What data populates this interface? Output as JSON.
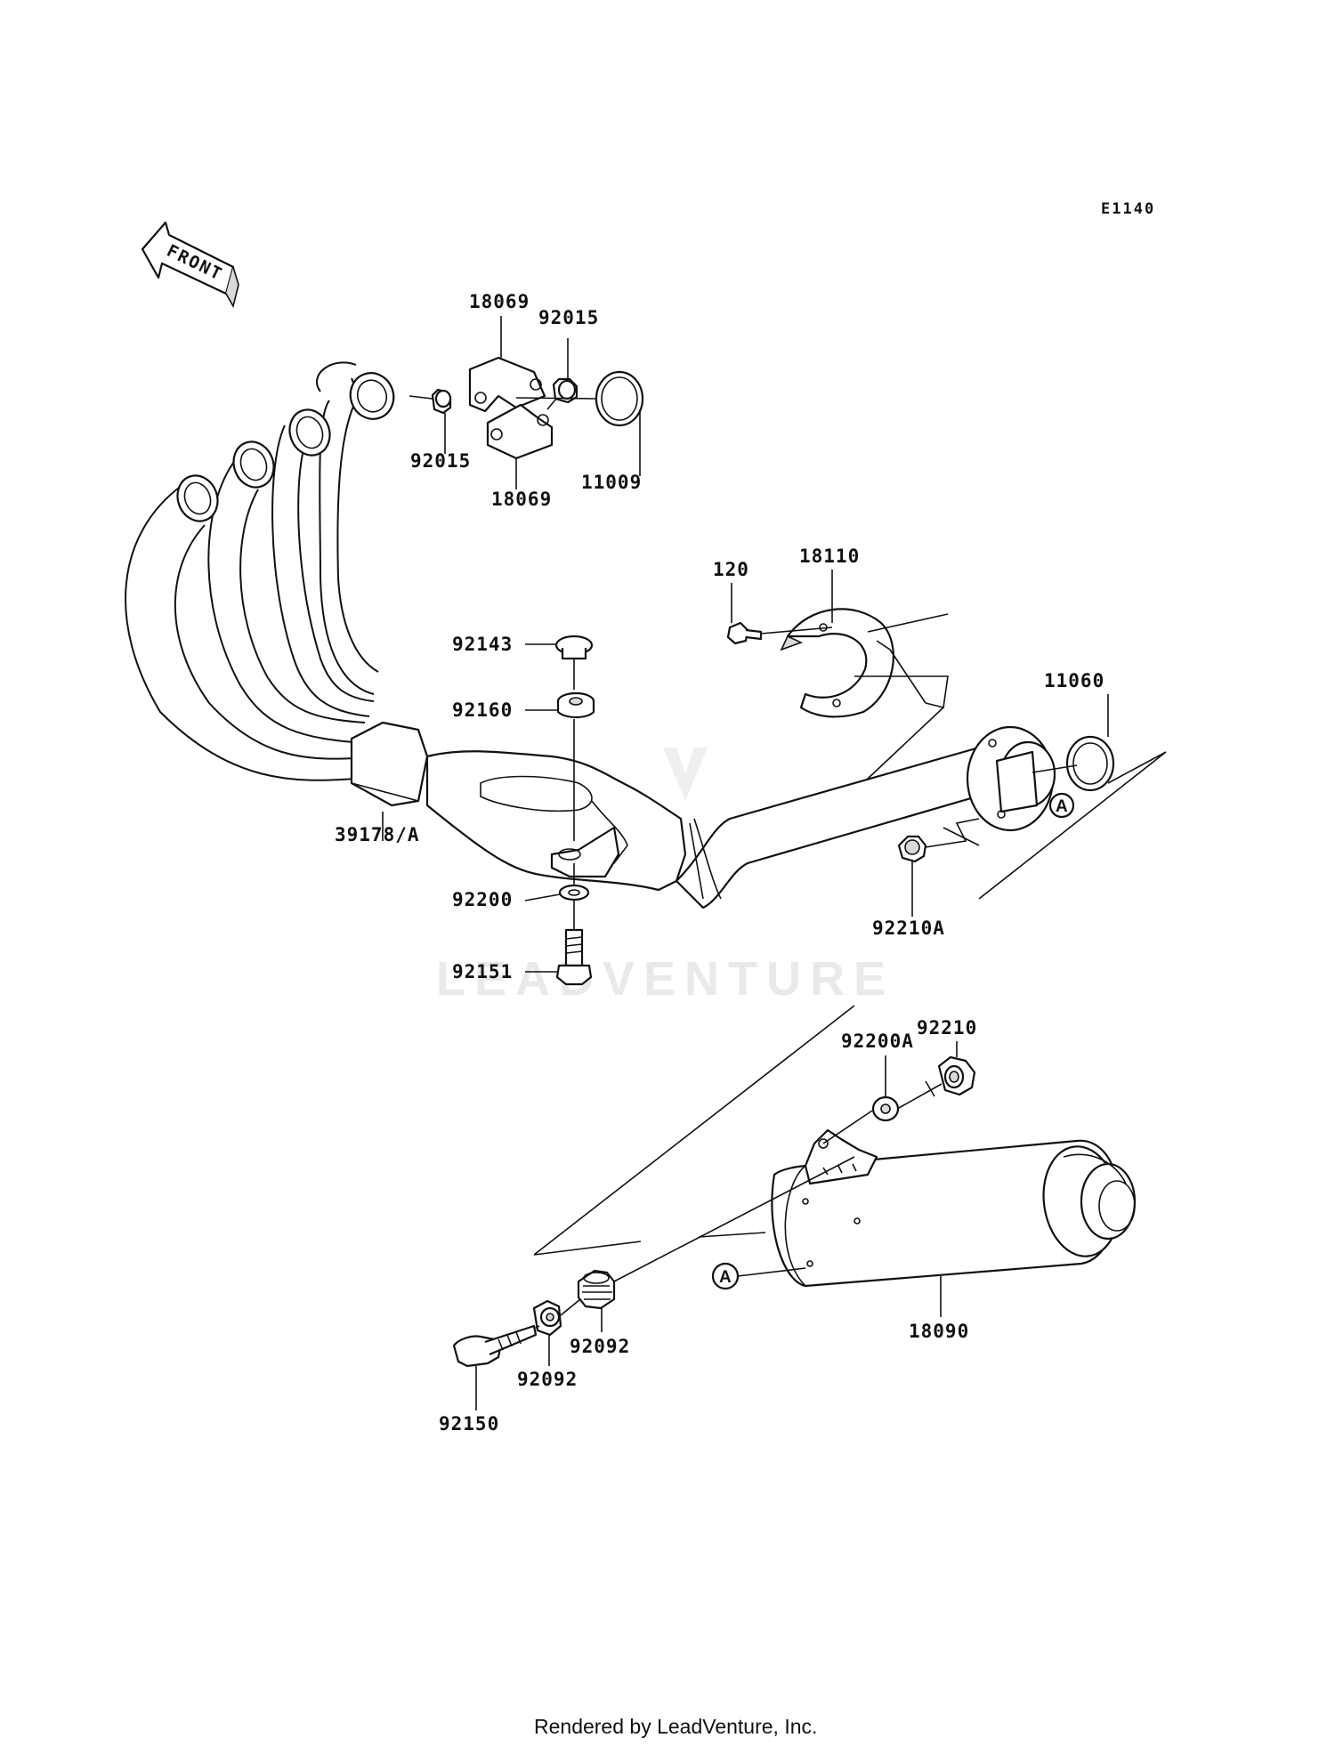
{
  "diagram": {
    "code": "E1140",
    "front_label": "FRONT",
    "watermark": "LEADVENTURE",
    "footer": "Rendered by LeadVenture, Inc.",
    "reference_marker": "A",
    "parts": [
      {
        "id": "18069-top",
        "label": "18069"
      },
      {
        "id": "92015-top",
        "label": "92015"
      },
      {
        "id": "92015-left",
        "label": "92015"
      },
      {
        "id": "18069-bottom",
        "label": "18069"
      },
      {
        "id": "11009",
        "label": "11009"
      },
      {
        "id": "120",
        "label": "120"
      },
      {
        "id": "18110",
        "label": "18110"
      },
      {
        "id": "11060",
        "label": "11060"
      },
      {
        "id": "92143",
        "label": "92143"
      },
      {
        "id": "92160",
        "label": "92160"
      },
      {
        "id": "39178A",
        "label": "39178/A"
      },
      {
        "id": "92200",
        "label": "92200"
      },
      {
        "id": "92151",
        "label": "92151"
      },
      {
        "id": "92210A",
        "label": "92210A"
      },
      {
        "id": "92210",
        "label": "92210"
      },
      {
        "id": "92200A",
        "label": "92200A"
      },
      {
        "id": "18090",
        "label": "18090"
      },
      {
        "id": "92092-right",
        "label": "92092"
      },
      {
        "id": "92092-left",
        "label": "92092"
      },
      {
        "id": "92150",
        "label": "92150"
      }
    ]
  }
}
